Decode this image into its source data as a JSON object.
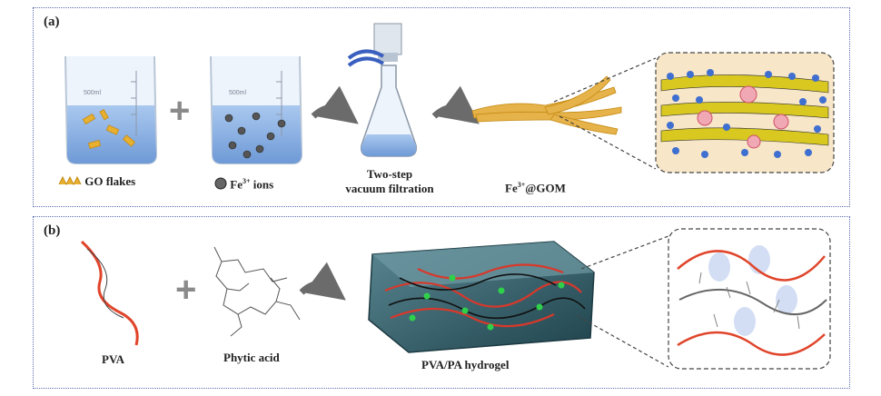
{
  "panel_a": {
    "label": "(a)",
    "beaker_1": {
      "volume_label": "500ml",
      "caption": "GO flakes"
    },
    "plus": "+",
    "beaker_2": {
      "volume_label": "500ml",
      "caption_base": "Fe",
      "caption_sup": "3+",
      "caption_tail": " ions"
    },
    "filtration_caption_line1": "Two-step",
    "filtration_caption_line2": "vacuum filtration",
    "product_caption_base": "Fe",
    "product_caption_sup": "3+",
    "product_caption_tail": "@GOM"
  },
  "panel_b": {
    "label": "(b)",
    "plus": "+",
    "pva_caption": "PVA",
    "pa_caption": "Phytic acid",
    "hydrogel_caption": "PVA/PA hydrogel"
  },
  "colors": {
    "border": "#5c6fb0",
    "water": "#8fb4e6",
    "go_flake": "#e8b030",
    "arrow": "#6b6b6b",
    "pva_red": "#e0452b",
    "hydrogel": "#2e5a66",
    "zoom_bg": "#f7e6c8"
  }
}
